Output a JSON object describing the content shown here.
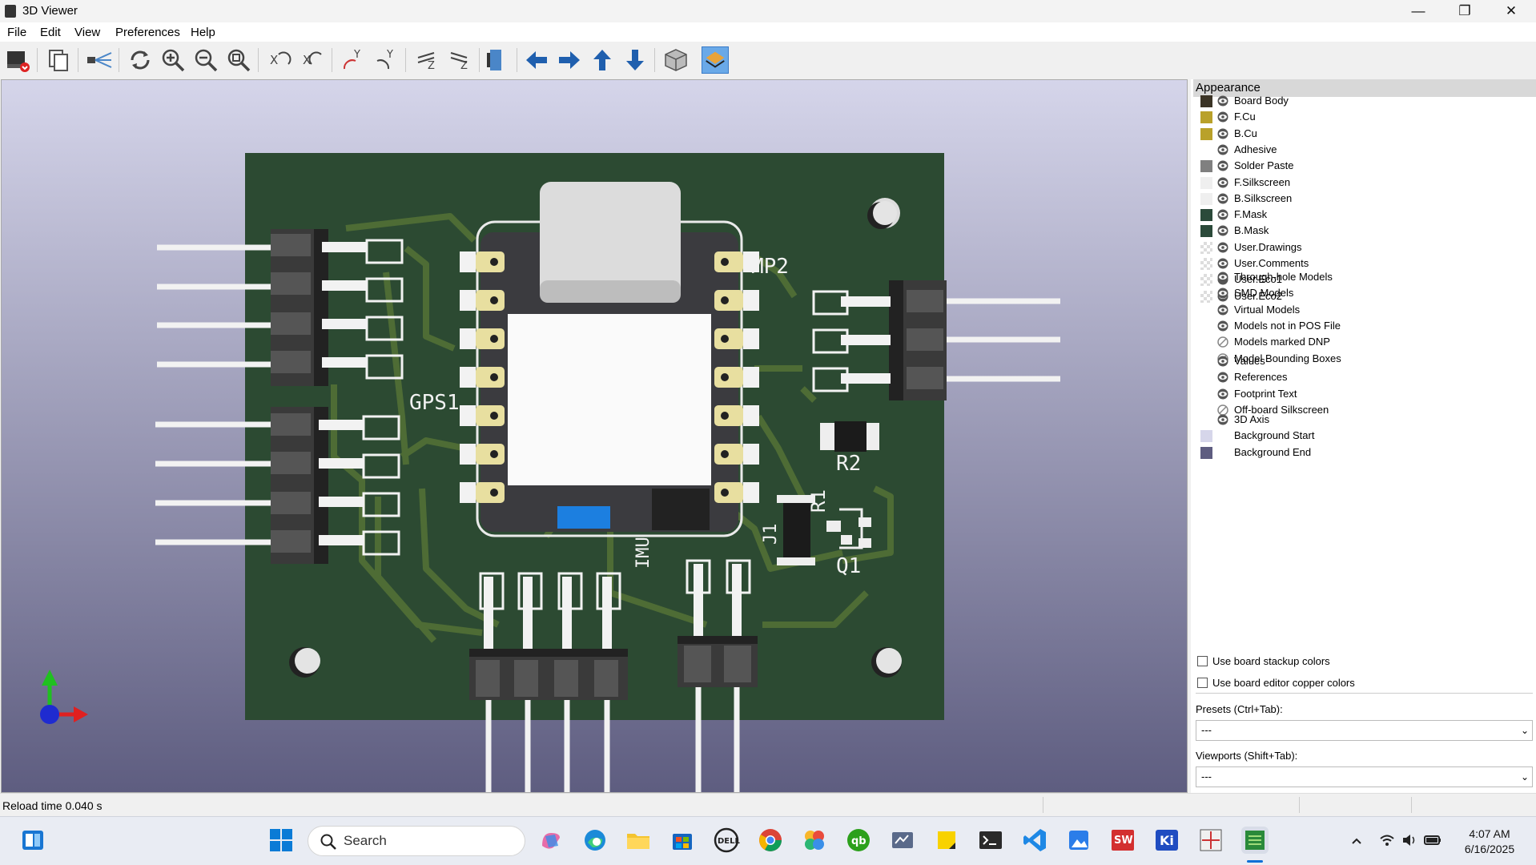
{
  "window": {
    "title": "3D Viewer"
  },
  "window_controls": {
    "minimize": "—",
    "maximize": "❐",
    "close": "✕"
  },
  "menu": [
    "File",
    "Edit",
    "View",
    "Preferences",
    "Help"
  ],
  "pcb": {
    "labels": [
      "GPS1",
      "MP2",
      "R2",
      "R1",
      "J1",
      "Q1",
      "IMU"
    ]
  },
  "appearance": {
    "title": "Appearance",
    "layers": [
      {
        "name": "Board Body",
        "color": "#3b3426",
        "visible": true
      },
      {
        "name": "F.Cu",
        "color": "#b9a12a",
        "visible": true
      },
      {
        "name": "B.Cu",
        "color": "#b9a12a",
        "visible": true
      },
      {
        "name": "Adhesive",
        "color": "",
        "visible": true
      },
      {
        "name": "Solder Paste",
        "color": "#808080",
        "visible": true
      },
      {
        "name": "F.Silkscreen",
        "color": "#efefef",
        "visible": true
      },
      {
        "name": "B.Silkscreen",
        "color": "#efefef",
        "visible": true
      },
      {
        "name": "F.Mask",
        "color": "#2b4a3a",
        "visible": true
      },
      {
        "name": "B.Mask",
        "color": "#2b4a3a",
        "visible": true
      },
      {
        "name": "User.Drawings",
        "color": "checker",
        "visible": true
      },
      {
        "name": "User.Comments",
        "color": "checker",
        "visible": true
      },
      {
        "name": "User.Eco1",
        "color": "checker",
        "visible": true
      },
      {
        "name": "User.Eco2",
        "color": "checker",
        "visible": true
      }
    ],
    "models": [
      {
        "name": "Through-hole Models",
        "visible": true
      },
      {
        "name": "SMD Models",
        "visible": true
      },
      {
        "name": "Virtual Models",
        "visible": true
      },
      {
        "name": "Models not in POS File",
        "visible": true
      },
      {
        "name": "Models marked DNP",
        "visible": false
      },
      {
        "name": "Model Bounding Boxes",
        "visible": false
      }
    ],
    "text": [
      {
        "name": "Values",
        "visible": true
      },
      {
        "name": "References",
        "visible": true
      },
      {
        "name": "Footprint Text",
        "visible": true
      },
      {
        "name": "Off-board Silkscreen",
        "visible": false
      }
    ],
    "other": [
      {
        "name": "3D Axis",
        "color": "",
        "visible": true
      },
      {
        "name": "Background Start",
        "color": "#d6d6ea",
        "visible": null
      },
      {
        "name": "Background End",
        "color": "#5e5d80",
        "visible": null
      }
    ],
    "checkboxes": [
      {
        "label": "Use board stackup colors",
        "checked": false
      },
      {
        "label": "Use board editor copper colors",
        "checked": false
      }
    ],
    "presets_label": "Presets (Ctrl+Tab):",
    "presets_value": "---",
    "viewports_label": "Viewports (Shift+Tab):",
    "viewports_value": "---"
  },
  "status": {
    "text": "Reload time 0.040 s"
  },
  "taskbar": {
    "search_placeholder": "Search",
    "time": "4:07 AM",
    "date": "6/16/2025"
  }
}
